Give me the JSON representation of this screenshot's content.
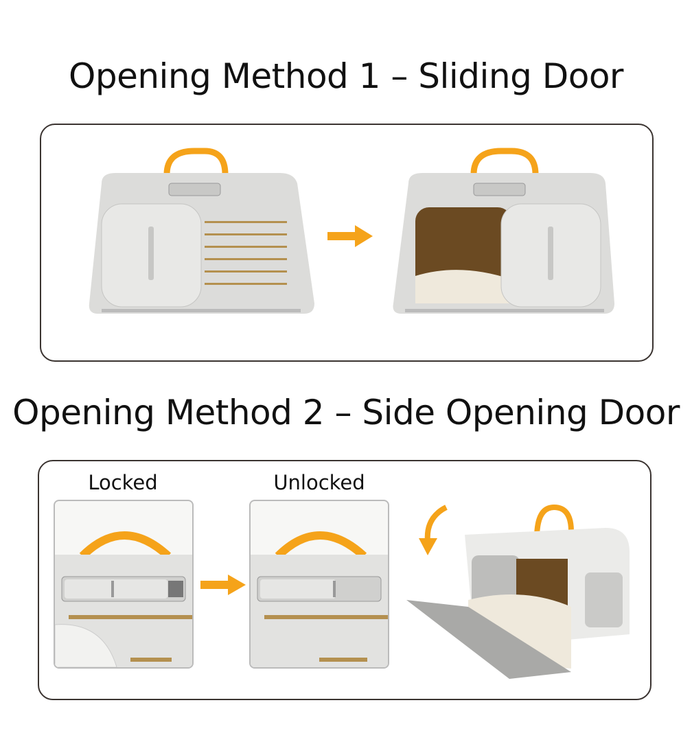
{
  "section1": {
    "title": "Opening Method 1 – Sliding Door"
  },
  "section2": {
    "title": "Opening Method 2 – Side Opening Door",
    "locked_label": "Locked",
    "unlocked_label": "Unlocked"
  },
  "colors": {
    "accent": "#F5A31A",
    "carrier": "#dcdcda",
    "border": "#3a3330",
    "mat": "#efe9dc"
  }
}
